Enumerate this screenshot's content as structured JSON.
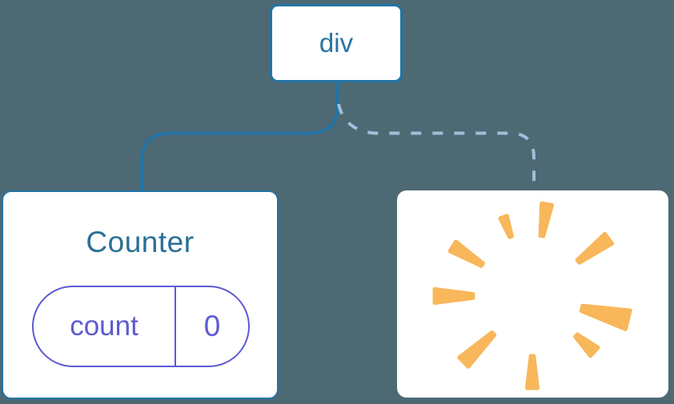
{
  "diagram": {
    "description": "React component tree diagram: a div root with a kept Counter child (solid connector) and a removed child shown as a poof burst (dashed connector)",
    "root_node": {
      "label": "div"
    },
    "counter_node": {
      "title": "Counter",
      "state": {
        "key": "count",
        "value": "0"
      }
    },
    "removed_node": {
      "icon": "poof-burst-icon"
    },
    "connectors": {
      "kept_child_style": "solid",
      "removed_child_style": "dashed"
    },
    "colors": {
      "background": "#4d6974",
      "node_border": "#2273a3",
      "node_text": "#2a74a4",
      "counter_title": "#2a6f96",
      "dashed_connector": "#9cc0d8",
      "state_accent": "#5d5bd4",
      "poof": "#f8b75a",
      "card_background": "#ffffff"
    }
  }
}
